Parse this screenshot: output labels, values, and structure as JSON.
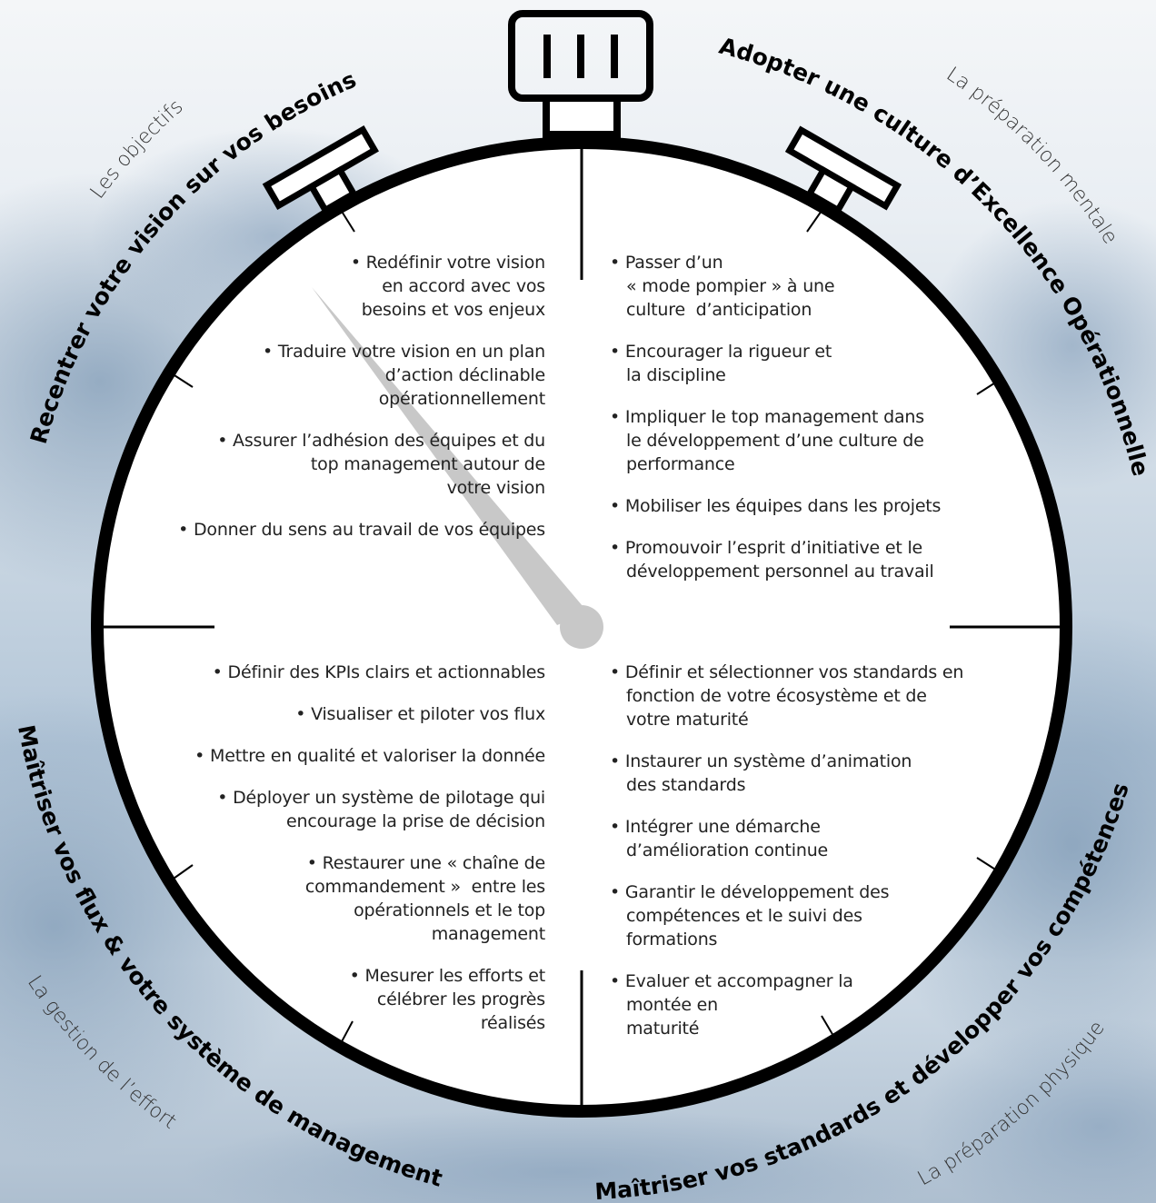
{
  "titles": {
    "top_left": "Recentrer votre vision sur vos besoins",
    "top_right": "Adopter une culture d’Excellence Opérationnelle",
    "bottom_left": "Maîtriser vos flux & votre système de management",
    "bottom_right": "Maîtriser vos standards et développer vos compétences"
  },
  "subtitles": {
    "top_left": "Les objectifs",
    "top_right": "La préparation mentale",
    "bottom_left": "La gestion de l’effort",
    "bottom_right": "La préparation physique"
  },
  "quadrants": {
    "top_left": [
      "• Redéfinir votre vision\nen accord avec vos\nbesoins et vos enjeux",
      "• Traduire votre vision en un plan\nd’action déclinable\nopérationnellement",
      "• Assurer l’adhésion des équipes et du\ntop management autour de\nvotre vision",
      "• Donner du sens au travail de vos équipes"
    ],
    "top_right": [
      "• Passer d’un\n« mode pompier » à une\nculture  d’anticipation",
      "• Encourager la rigueur et\nla discipline",
      "• Impliquer le top management dans\nle développement d’une culture de\nperformance",
      "• Mobiliser les équipes dans les projets",
      "• Promouvoir l’esprit d’initiative et le\ndéveloppement personnel au travail"
    ],
    "bottom_left": [
      "• Définir des KPIs clairs et actionnables",
      "• Visualiser et piloter vos flux",
      "• Mettre en qualité et valoriser la donnée",
      "• Déployer un système de pilotage qui\nencourage la prise de décision",
      "• Restaurer une « chaîne de\ncommandement »  entre les\nopérationnels et le top\nmanagement",
      "• Mesurer les efforts et\ncélébrer les progrès\nréalisés"
    ],
    "bottom_right": [
      "• Définir et sélectionner vos standards en\nfonction de votre écosystème et de\nvotre maturité",
      "• Instaurer un système d’animation\ndes standards",
      "• Intégrer une démarche\nd’amélioration continue",
      "• Garantir le développement des\ncompétences et le suivi des\nformations",
      "• Evaluer et accompagner la\nmontée en\nmaturité"
    ]
  },
  "colors": {
    "ring": "#000000",
    "face": "#ffffff",
    "needle": "#cccccc",
    "text": "#222222"
  }
}
